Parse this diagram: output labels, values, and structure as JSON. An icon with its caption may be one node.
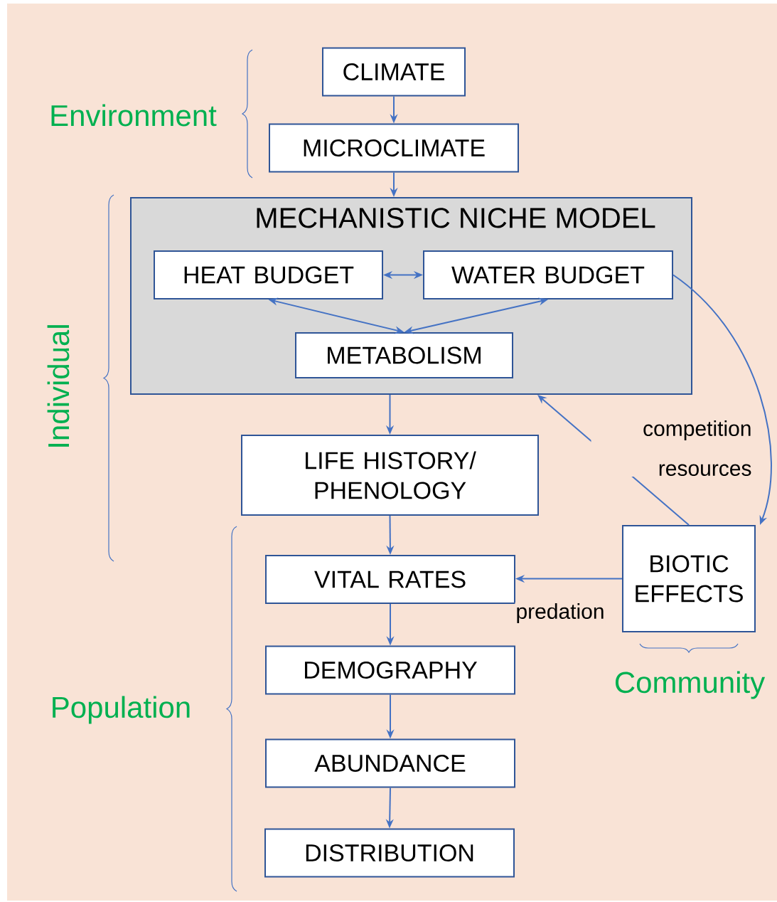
{
  "diagram": {
    "nodes": [
      {
        "text": [
          "CLIMATE"
        ]
      },
      {
        "text": [
          "MICROCLIMATE"
        ]
      },
      {
        "text": [
          "MECHANISTIC NICHE MODEL"
        ]
      },
      {
        "text": [
          "HEAT BUDGET"
        ],
        "in": 2
      },
      {
        "text": [
          "WATER BUDGET"
        ],
        "in": 2
      },
      {
        "text": [
          "METABOLISM"
        ],
        "in": 2
      },
      {
        "text": [
          "LIFE HISTORY/ PHENOLOGY"
        ]
      },
      {
        "text": [
          "VITAL RATES"
        ]
      },
      {
        "text": [
          "DEMOGRAPHY"
        ]
      },
      {
        "text": [
          "ABUNDANCE"
        ]
      },
      {
        "text": [
          "DISTRIBUTION"
        ]
      },
      {
        "text": [
          "BIOTIC EFFECTS"
        ]
      }
    ],
    "edges": [
      {
        "from": 0,
        "to": 1,
        "arrow": "to"
      },
      {
        "from": 1,
        "to": 2,
        "arrow": "to"
      },
      {
        "from": 3,
        "to": 4,
        "arrow": "both"
      },
      {
        "from": 3,
        "to": 5,
        "arrow": "both"
      },
      {
        "from": 4,
        "to": 5,
        "arrow": "both"
      },
      {
        "from": 2,
        "to": 6,
        "arrow": "to"
      },
      {
        "from": 6,
        "to": 7,
        "arrow": "to"
      },
      {
        "from": 7,
        "to": 8,
        "arrow": "to"
      },
      {
        "from": 8,
        "to": 9,
        "arrow": "to"
      },
      {
        "from": 9,
        "to": 10,
        "arrow": "to"
      },
      {
        "from": 4,
        "to": 11,
        "arrow": "to"
      },
      {
        "from": 11,
        "to": 2,
        "arrow": "to",
        "label": "competition resources"
      },
      {
        "from": 11,
        "to": 7,
        "arrow": "to",
        "label": "predation"
      }
    ],
    "labels": [
      "Environment",
      "Individual",
      "Population",
      "Community"
    ]
  }
}
